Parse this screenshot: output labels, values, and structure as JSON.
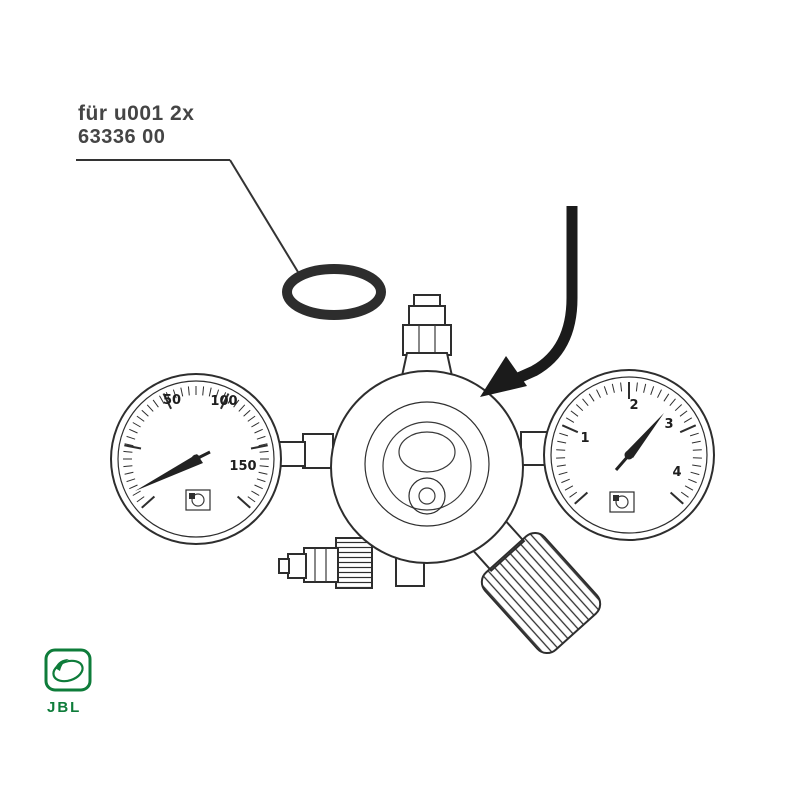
{
  "annotation": {
    "label": "für u001 2x",
    "part_number": "63336 00"
  },
  "gauges": {
    "left": {
      "labels": [
        "50",
        "100",
        "150"
      ]
    },
    "right": {
      "labels": [
        "1",
        "2",
        "3",
        "4"
      ]
    }
  },
  "logo": {
    "text": "JBL"
  },
  "colors": {
    "line": "#2e2e2e",
    "arrow": "#1b1b1b",
    "logo_green": "#0e7c3a"
  }
}
